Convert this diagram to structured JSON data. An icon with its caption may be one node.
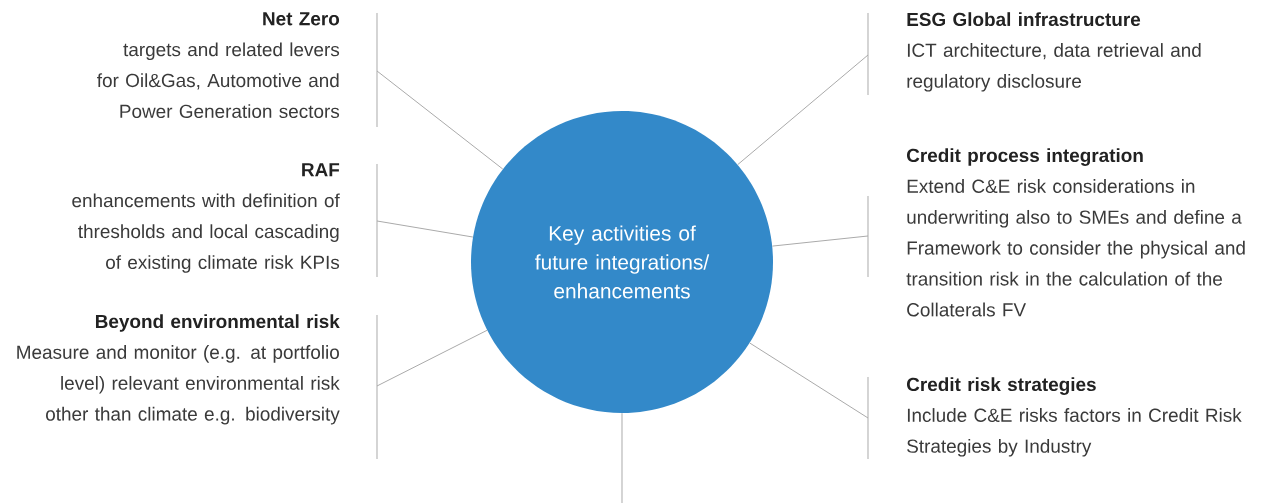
{
  "diagram": {
    "nodes": [
      {
        "text": [
          "Key activities of future integrations/ enhancements"
        ]
      },
      {
        "text": [
          "Net Zero",
          "targets and related levers for Oil&Gas, Automotive and Power Generation sectors"
        ]
      },
      {
        "text": [
          "RAF",
          "enhancements with definition of thresholds and local cascading of existing climate risk KPIs"
        ]
      },
      {
        "text": [
          "Beyond environmental risk",
          "Measure and monitor (e.g. at portfolio level) relevant environmental risk other than climate e.g. biodiversity"
        ]
      },
      {
        "text": [
          "ESG Global infrastructure",
          "ICT architecture, data retrieval and regulatory disclosure"
        ]
      },
      {
        "text": [
          "Credit process integration",
          "Extend C&E risk considerations in underwriting also to SMEs and define a Framework to consider the physical and transition risk in the calculation of the Collaterals FV"
        ]
      },
      {
        "text": [
          "Credit risk strategies",
          "Include C&E risks factors in Credit Risk Strategies by Industry"
        ]
      }
    ],
    "edges": [
      {
        "from": 0,
        "to": 1,
        "arrow": "none"
      },
      {
        "from": 0,
        "to": 2,
        "arrow": "none"
      },
      {
        "from": 0,
        "to": 3,
        "arrow": "none"
      },
      {
        "from": 0,
        "to": 4,
        "arrow": "none"
      },
      {
        "from": 0,
        "to": 5,
        "arrow": "none"
      },
      {
        "from": 0,
        "to": 6,
        "arrow": "none"
      },
      {
        "from": 0,
        "to": null,
        "arrow": "none"
      }
    ]
  }
}
